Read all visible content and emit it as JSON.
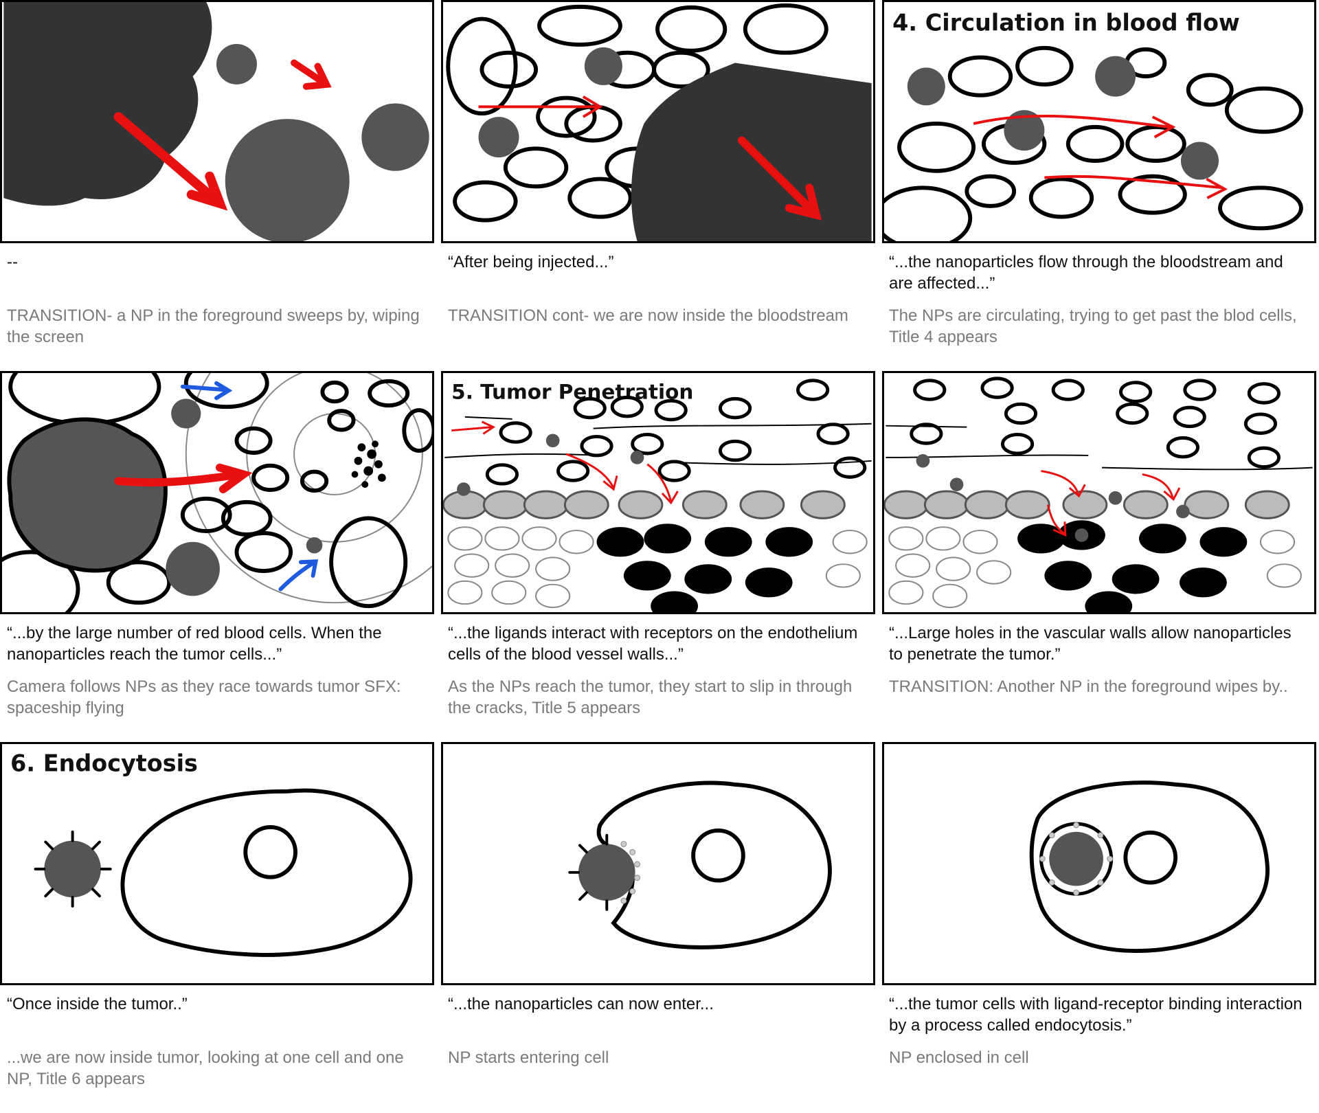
{
  "panels": [
    {
      "title": "",
      "dialogue": "--",
      "direction": "TRANSITION- a NP in the foreground sweeps by, wiping the screen"
    },
    {
      "title": "",
      "dialogue": "“After being injected...”",
      "direction": "TRANSITION cont- we are now inside the bloodstream"
    },
    {
      "title": "4. Circulation in blood flow",
      "dialogue": "“...the nanoparticles flow through the bloodstream and are affected...”",
      "direction": "The NPs are circulating, trying to get past the blod cells, Title 4 appears"
    },
    {
      "title": "",
      "dialogue": "“...by the large number of red blood cells. When the nanoparticles reach the tumor cells...”",
      "direction": "Camera follows NPs as they race towards tumor SFX: spaceship flying"
    },
    {
      "title": "5. Tumor Penetration",
      "dialogue": "“...the ligands interact with receptors on the endothelium cells of the blood vessel walls...”",
      "direction": "As the NPs reach the tumor, they start to slip in through the cracks, Title 5 appears"
    },
    {
      "title": "",
      "dialogue": "“...Large holes in the vascular walls allow nanoparticles to penetrate the tumor.”",
      "direction": "TRANSITION: Another NP in the foreground wipes by.."
    },
    {
      "title": "6. Endocytosis",
      "dialogue": "“Once inside the tumor..”",
      "direction": "...we are now inside tumor, looking at one cell and one NP, Title 6 appears"
    },
    {
      "title": "",
      "dialogue": "“...the nanoparticles can now enter...",
      "direction": "NP starts entering cell"
    },
    {
      "title": "",
      "dialogue": "“...the tumor cells with ligand-receptor binding interaction by a process called endocytosis.”",
      "direction": "NP enclosed in cell"
    }
  ],
  "colors": {
    "arrow_red": "#e81010",
    "arrow_blue": "#1e5be0",
    "nanoparticle_gray": "#555555",
    "tumor_dark": "#333333",
    "endothelium_gray": "#bbbbbb",
    "caption_gray": "#7a7a7a"
  }
}
